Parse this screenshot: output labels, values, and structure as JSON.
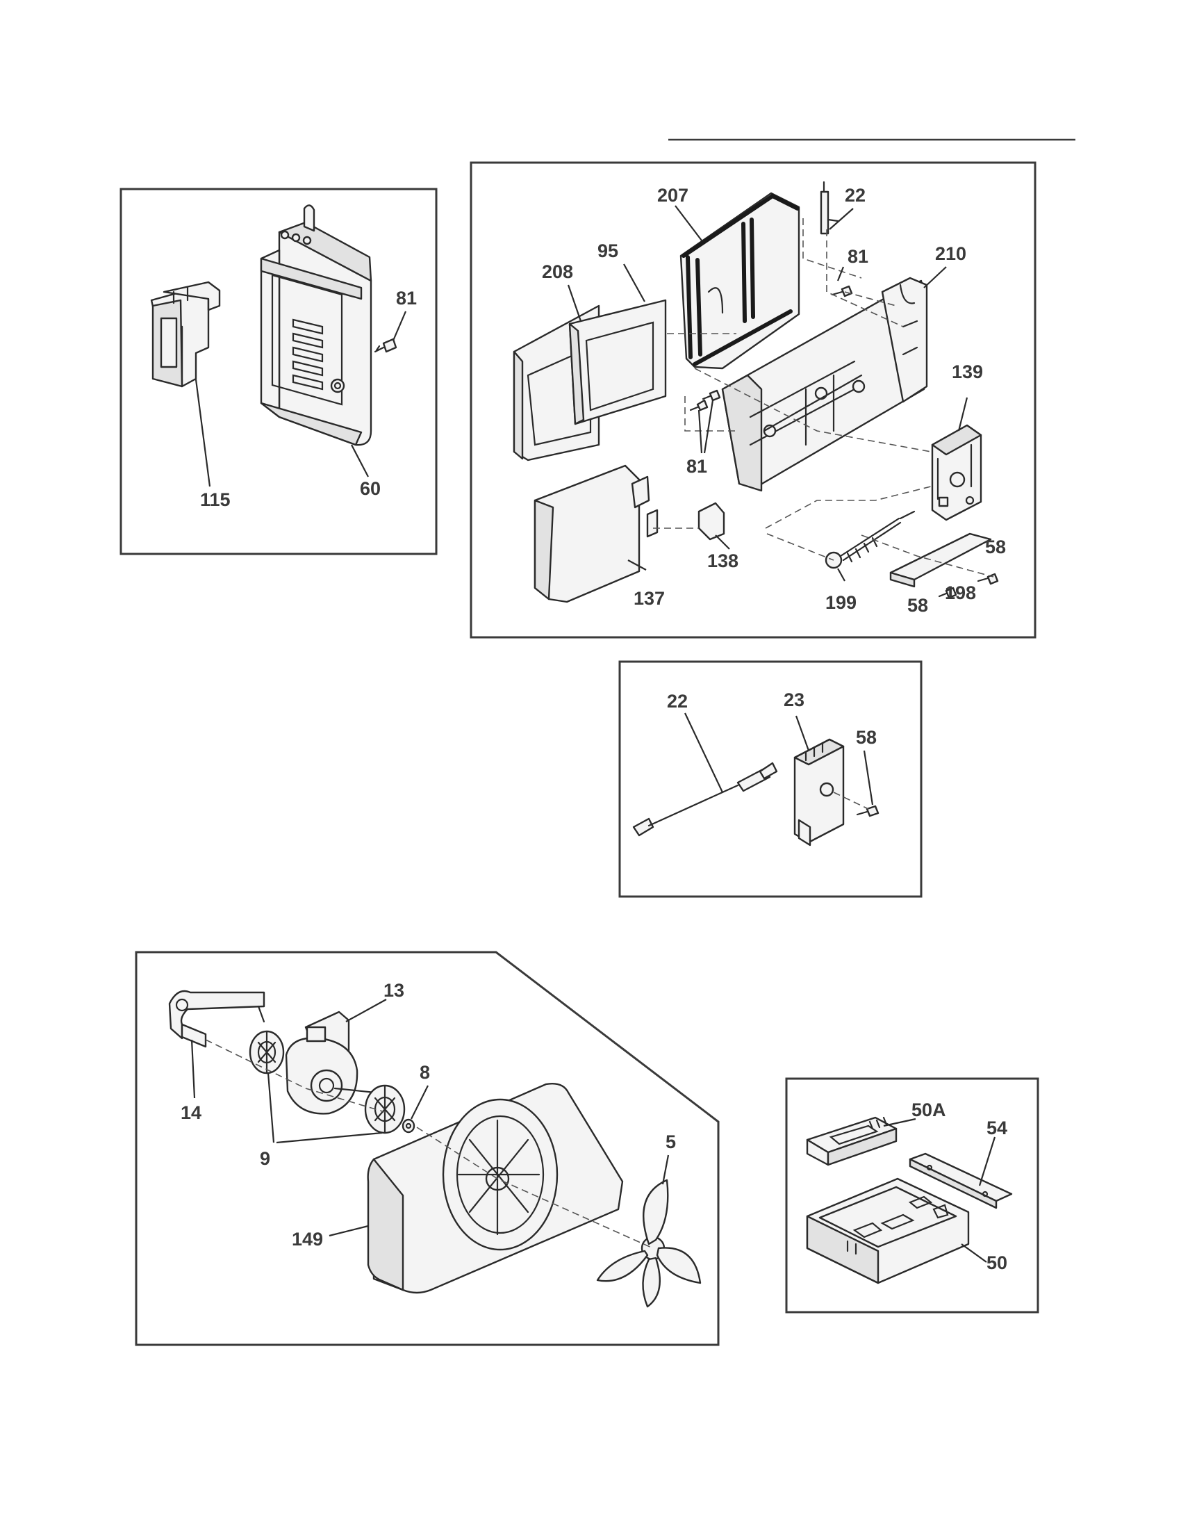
{
  "callouts": {
    "c115": "115",
    "c60": "60",
    "c81a": "81",
    "c207": "207",
    "c22a": "22",
    "c81b": "81",
    "c210": "210",
    "c208": "208",
    "c95": "95",
    "c139": "139",
    "c81c": "81",
    "c137": "137",
    "c138": "138",
    "c199": "199",
    "c58a": "58",
    "c58b": "58",
    "c198": "198",
    "c22b": "22",
    "c23": "23",
    "c58c": "58",
    "c13": "13",
    "c14": "14",
    "c8": "8",
    "c9": "9",
    "c5": "5",
    "c149": "149",
    "c50A": "50A",
    "c54": "54",
    "c50": "50"
  }
}
